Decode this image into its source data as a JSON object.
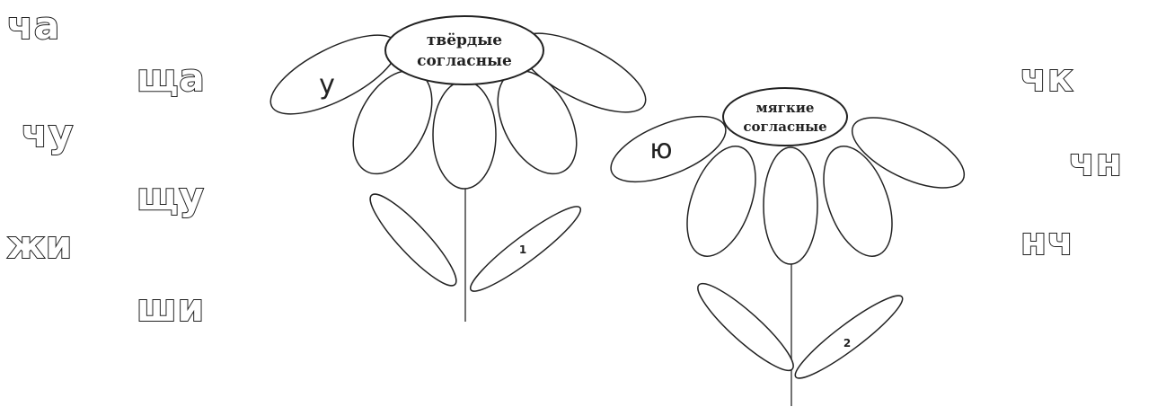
{
  "syllables_left": [
    "ча",
    "ща",
    "чу",
    "щу",
    "жи",
    "ши"
  ],
  "syllables_right": [
    "чк",
    "чн",
    "нч"
  ],
  "flower_hard": {
    "center_line1": "твёрдые",
    "center_line2": "согласные",
    "petal_letter": "у",
    "leaf_number": "1"
  },
  "flower_soft": {
    "center_line1": "мягкие",
    "center_line2": "согласные",
    "petal_letter": "ю",
    "leaf_number": "2"
  }
}
